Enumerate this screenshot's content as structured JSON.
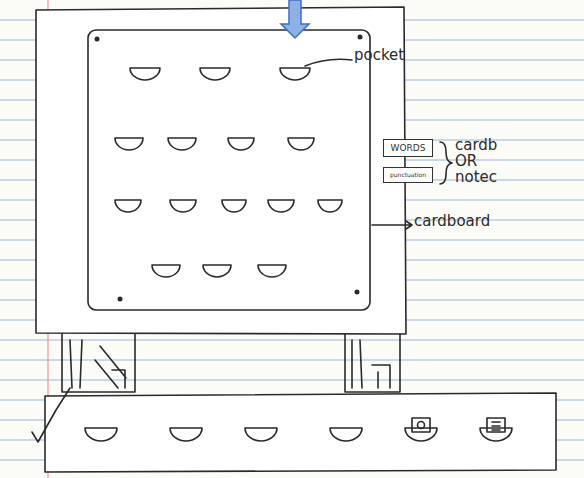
{
  "diagram": {
    "nodes": [
      {
        "text": [
          "WORDS"
        ]
      },
      {
        "text": [
          "punctuation"
        ]
      }
    ],
    "labels": [
      "pocket",
      "cardb OR notec",
      "cardboard"
    ]
  }
}
